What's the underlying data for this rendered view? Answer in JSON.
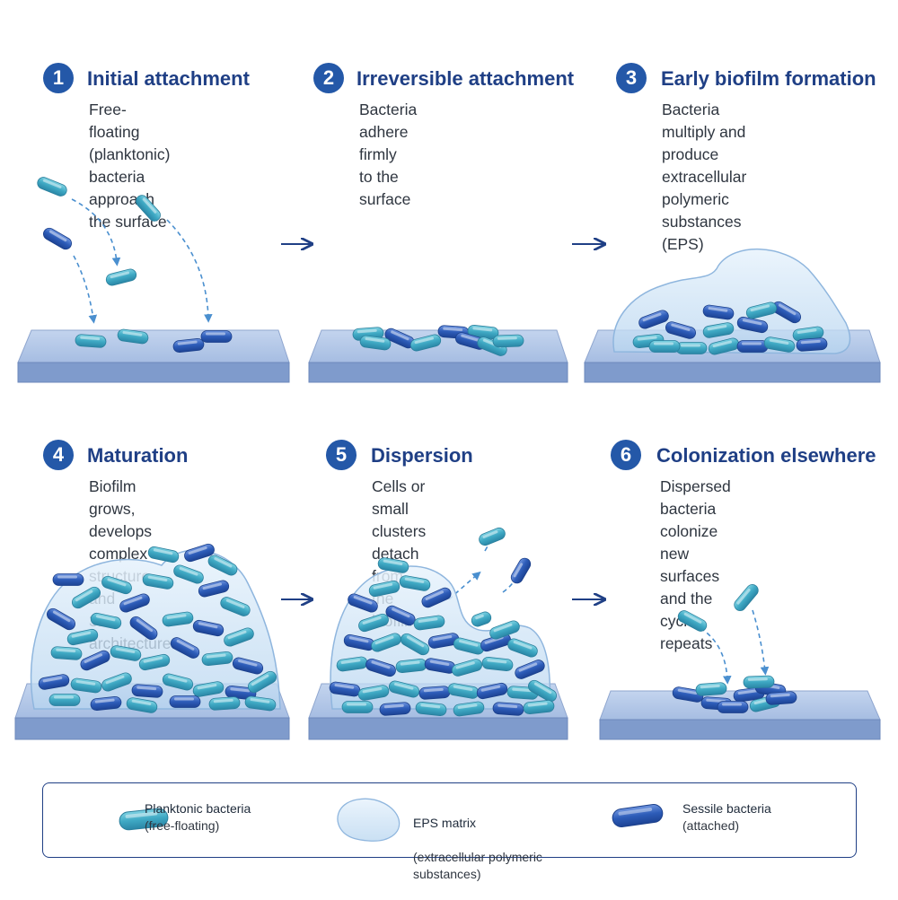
{
  "steps": [
    {
      "number": "1",
      "title": "Initial attachment",
      "description": "Free-floating (planktonic)\nbacteria approach\nthe surface"
    },
    {
      "number": "2",
      "title": "Irreversible attachment",
      "description": "Bacteria adhere firmly\nto the surface"
    },
    {
      "number": "3",
      "title": "Early biofilm formation",
      "description": "Bacteria multiply and\nproduce extracellular\npolymeric substances (EPS)"
    },
    {
      "number": "4",
      "title": "Maturation",
      "description": "Biofilm grows, develops\ncomplex structure and\n3D architecture"
    },
    {
      "number": "5",
      "title": "Dispersion",
      "description": "Cells or small clusters\ndetach from the biofilm"
    },
    {
      "number": "6",
      "title": "Colonization elsewhere",
      "description": "Dispersed bacteria colonize\nnew surfaces and the\ncycle repeats"
    }
  ],
  "legend": [
    {
      "label": "Planktonic bacteria",
      "sub": "(free-floating)"
    },
    {
      "label": "EPS matrix",
      "sub": "(extracellular polymeric\nsubstances)"
    },
    {
      "label": "Sessile bacteria",
      "sub": "(attached)"
    }
  ],
  "colors": {
    "accent": "#2458a8",
    "title": "#1f3f85",
    "planktonic": "#3fa9c4",
    "sessile": "#2d5cb8",
    "surface": "#9bb5dc",
    "eps": "#cfe3f5"
  }
}
